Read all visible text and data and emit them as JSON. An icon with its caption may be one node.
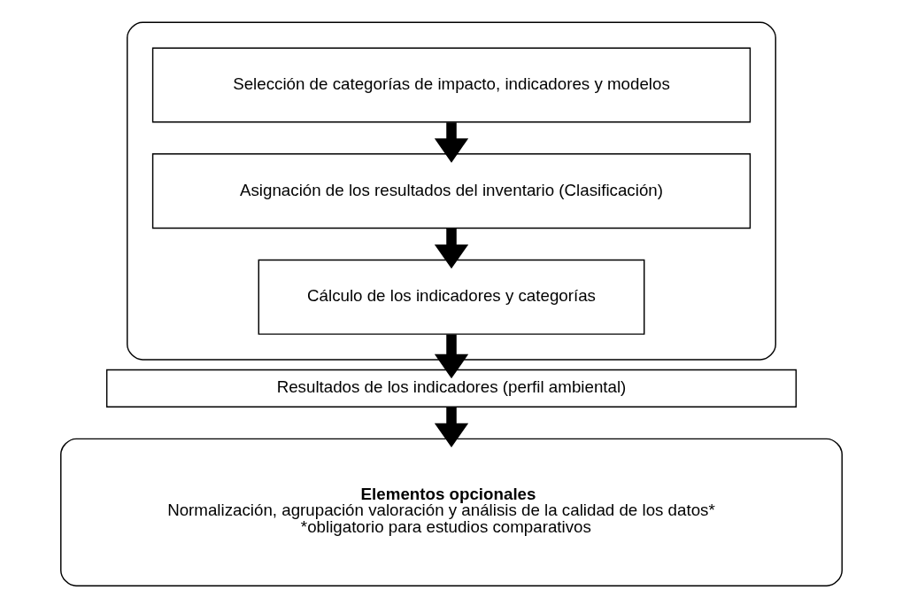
{
  "diagram": {
    "nodes": [
      {
        "text": [],
        "shape": "box"
      },
      {
        "text": [
          "Selección de categorías de impacto, indicadores y modelos"
        ],
        "in": 0
      },
      {
        "text": [
          "Asignación de los resultados del inventario (Clasificación)"
        ],
        "in": 0
      },
      {
        "text": [
          "Cálculo de los indicadores y categorías"
        ],
        "in": 0
      },
      {
        "text": [
          "Resultados de los indicadores (perfil ambiental)"
        ]
      },
      {
        "text": [
          "Elementos opcionales",
          "Normalización, agrupación valoración y análisis de la calidad de los datos*",
          "*obligatorio para estudios comparativos"
        ]
      }
    ],
    "edges": [
      {
        "from": 1,
        "to": 2,
        "arrow": "to"
      },
      {
        "from": 2,
        "to": 3,
        "arrow": "to"
      },
      {
        "from": 3,
        "to": 4,
        "arrow": "to"
      },
      {
        "from": 4,
        "to": 5,
        "arrow": "to"
      }
    ]
  }
}
